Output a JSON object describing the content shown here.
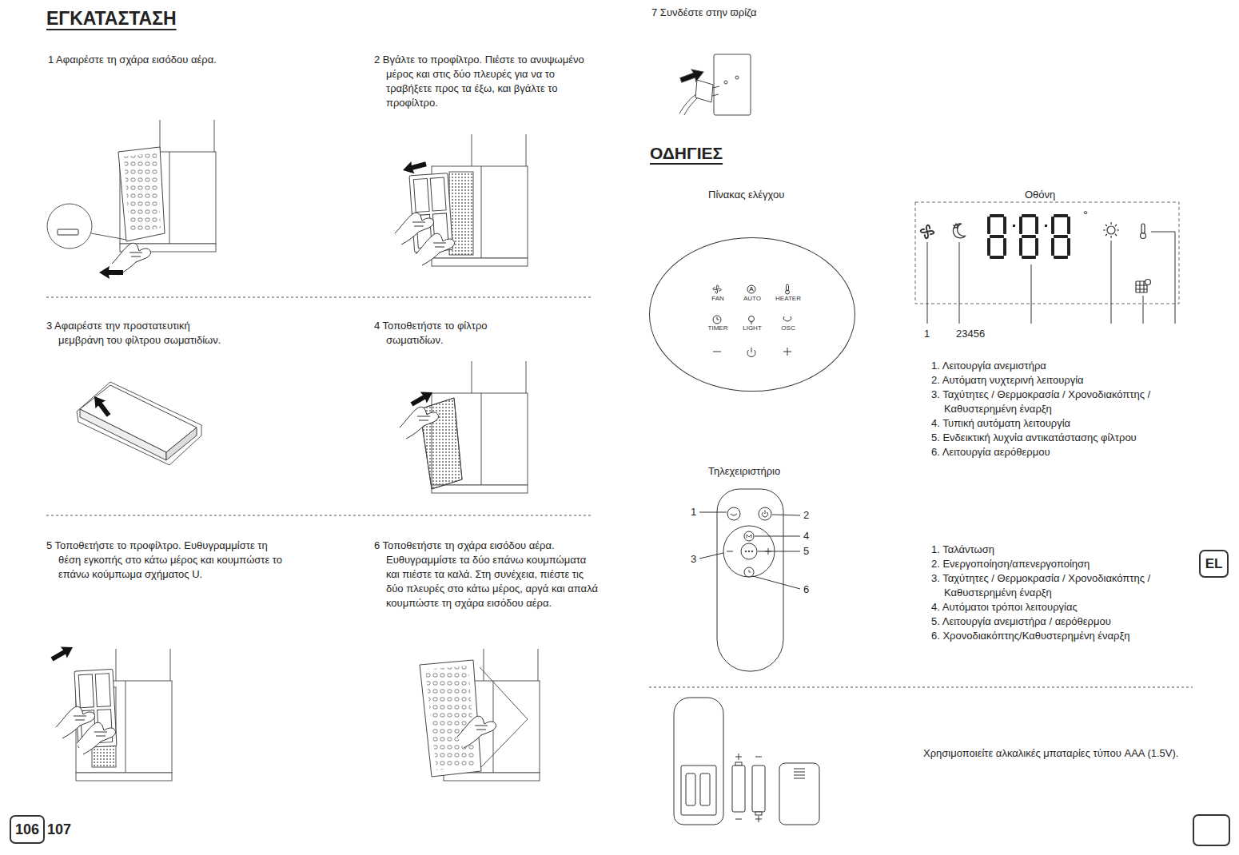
{
  "diagram": {
    "nodes": [
      {
        "text": [
          "FAN",
          "AUTO",
          "HEATER",
          "TIMER",
          "LIGHT",
          "OSC"
        ]
      },
      {
        "text": [
          "EL"
        ]
      },
      {
        "text": [
          "106"
        ]
      }
    ],
    "labels": [
      "ΕΓΚΑΤΑΣΤΑΣΗ",
      "1 Αφαιρέστε τη σχάρα εισόδου αέρα.",
      "2 Βγάλτε το προφίλτρο. Πιέστε το ανυψωμένο μέρος και στις δύο πλευρές για να το τραβήξετε προς τα έξω, και βγάλτε το προφίλτρο.",
      "3 Αφαιρέστε την προστατευτική μεμβράνη του φίλτρου σωματιδίων.",
      "4 Τοποθετήστε το φίλτρο σωματιδίων.",
      "5 Τοποθετήστε το προφίλτρο. Ευθυγραμμίστε τη θέση εγκοπής στο κάτω μέρος και κουμπώστε το επάνω κούμπωμα σχήματος U.",
      "6 Τοποθετήστε τη σχάρα εισόδου αέρα. Ευθυγραμμίστε τα δύο επάνω κουμπώματα και πιέστε τα καλά. Στη συνέχεια, πιέστε τις δύο πλευρές στο κάτω μέρος, αργά και απαλά κουμπώστε τη σχάρα εισόδου αέρα.",
      "107",
      "7 Συνδέστε στην ϖρίζα",
      "ΟΔΗΓΙΕΣ",
      "Πίνακας ελέγχου",
      "Οθόνη",
      "1",
      "23456",
      "1. Λειτουργία ανεμιστήρα",
      "2. Αυτόματη νυχτερινή λειτουργία",
      "3. Ταχύτητες / Θερμοκρασία / Χρονοδιακόπτης / Καθυστερημένη έναρξη",
      "4. Τυπική αυτόματη λειτουργία",
      "5. Ενδεικτική λυχνία αντικατάστασης φίλτρου",
      "6. Λειτουργία αερόθερμου",
      "Τηλεχειριστήριο",
      "1",
      "2",
      "3",
      "4",
      "5",
      "6",
      "1. Ταλάντωση",
      "2. Ενεργοποίηση/απενεργοποίηση",
      "3. Ταχύτητες / Θερμοκρασία / Χρονοδιακόπτης / Καθυστερημένη έναρξη",
      "4. Αυτόματοι τρόποι λειτουργίας",
      "5. Λειτουργία ανεμιστήρα / αερόθερμου",
      "6. Χρονοδιακόπτης/Καθυστερημένη έναρξη",
      "Χρησιμοποιείτε αλκαλικές μπαταρίες τύπου AAA (1.5V).",
      "°"
    ]
  }
}
